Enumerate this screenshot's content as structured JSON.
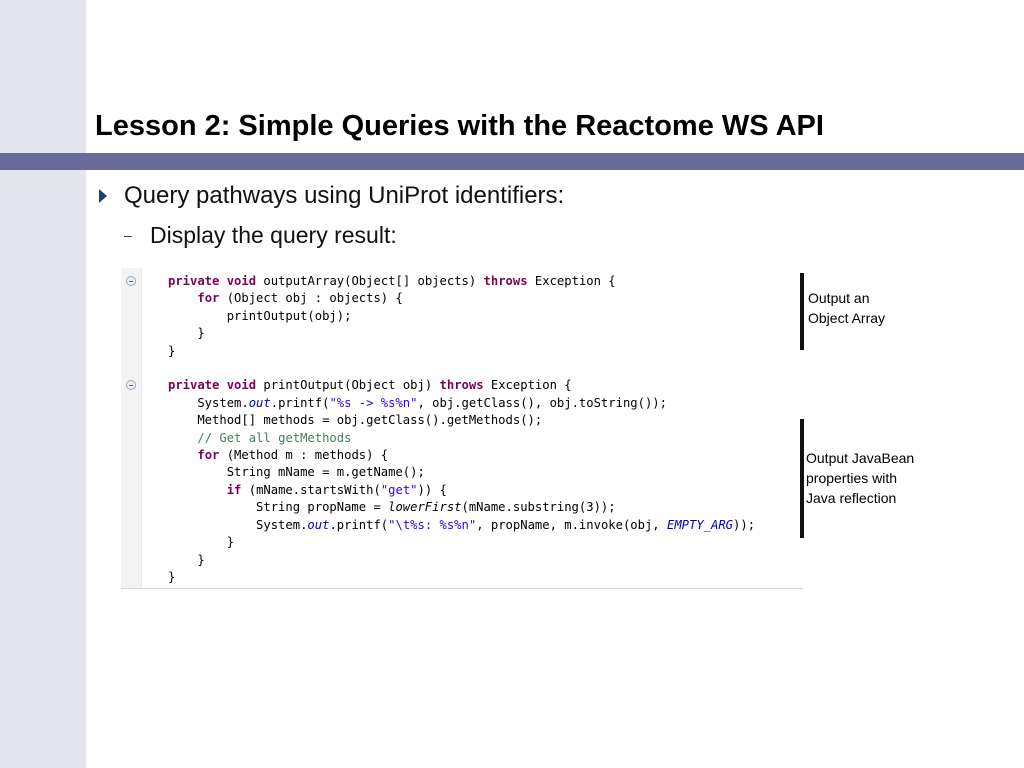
{
  "slide": {
    "title": "Lesson 2: Simple Queries with the Reactome WS API",
    "bullet": "Query pathways using UniProt identifiers:",
    "sub_dash": "–",
    "sub_bullet": "Display the query result:"
  },
  "code": {
    "l01": [
      {
        "t": "private",
        "c": "kw"
      },
      {
        "t": " "
      },
      {
        "t": "void",
        "c": "kw"
      },
      {
        "t": " outputArray(Object[] objects) "
      },
      {
        "t": "throws",
        "c": "kw"
      },
      {
        "t": " Exception {"
      }
    ],
    "l02": [
      {
        "t": "    "
      },
      {
        "t": "for",
        "c": "kw"
      },
      {
        "t": " (Object obj : objects) {"
      }
    ],
    "l03": [
      {
        "t": "        printOutput(obj);"
      }
    ],
    "l04": [
      {
        "t": "    }"
      }
    ],
    "l05": [
      {
        "t": "}"
      }
    ],
    "l06": [
      {
        "t": "private",
        "c": "kw"
      },
      {
        "t": " "
      },
      {
        "t": "void",
        "c": "kw"
      },
      {
        "t": " printOutput(Object obj) "
      },
      {
        "t": "throws",
        "c": "kw"
      },
      {
        "t": " Exception {"
      }
    ],
    "l07": [
      {
        "t": "    System."
      },
      {
        "t": "out",
        "c": "fld"
      },
      {
        "t": ".printf("
      },
      {
        "t": "\"%s -> %s%n\"",
        "c": "str"
      },
      {
        "t": ", obj.getClass(), obj.toString());"
      }
    ],
    "l08": [
      {
        "t": "    Method[] methods = obj.getClass().getMethods();"
      }
    ],
    "l09": [
      {
        "t": "    "
      },
      {
        "t": "// Get all getMethods",
        "c": "cmt"
      }
    ],
    "l10": [
      {
        "t": "    "
      },
      {
        "t": "for",
        "c": "kw"
      },
      {
        "t": " (Method m : methods) {"
      }
    ],
    "l11": [
      {
        "t": "        String mName = m.getName();"
      }
    ],
    "l12": [
      {
        "t": "        "
      },
      {
        "t": "if",
        "c": "kw"
      },
      {
        "t": " (mName.startsWith("
      },
      {
        "t": "\"get\"",
        "c": "str"
      },
      {
        "t": ")) {"
      }
    ],
    "l13": [
      {
        "t": "            String propName = "
      },
      {
        "t": "lowerFirst",
        "c": "itl"
      },
      {
        "t": "(mName.substring(3));"
      }
    ],
    "l14": [
      {
        "t": "            System."
      },
      {
        "t": "out",
        "c": "fld"
      },
      {
        "t": ".printf("
      },
      {
        "t": "\"\\t%s: %s%n\"",
        "c": "str"
      },
      {
        "t": ", propName, m.invoke(obj, "
      },
      {
        "t": "EMPTY_ARG",
        "c": "fld"
      },
      {
        "t": "));"
      }
    ],
    "l15": [
      {
        "t": "        }"
      }
    ],
    "l16": [
      {
        "t": "    }"
      }
    ],
    "l17": [
      {
        "t": "}"
      }
    ]
  },
  "annotations": {
    "output_array_line1": "Output an",
    "output_array_line2": "Object Array",
    "javabean_line1": "Output JavaBean",
    "javabean_line2": "properties with",
    "javabean_line3": "Java reflection"
  },
  "colors": {
    "keyword": "#7f0055",
    "string": "#2a00ff",
    "comment": "#3f7f5f",
    "field": "#0000c0",
    "title_rule": "#6a6a9b",
    "left_band": "#e3e6ee",
    "bullet_arrow": "#1f3f6e"
  },
  "icons": {
    "bullet": "triangle-right-icon",
    "fold": "collapse-fold-icon"
  }
}
